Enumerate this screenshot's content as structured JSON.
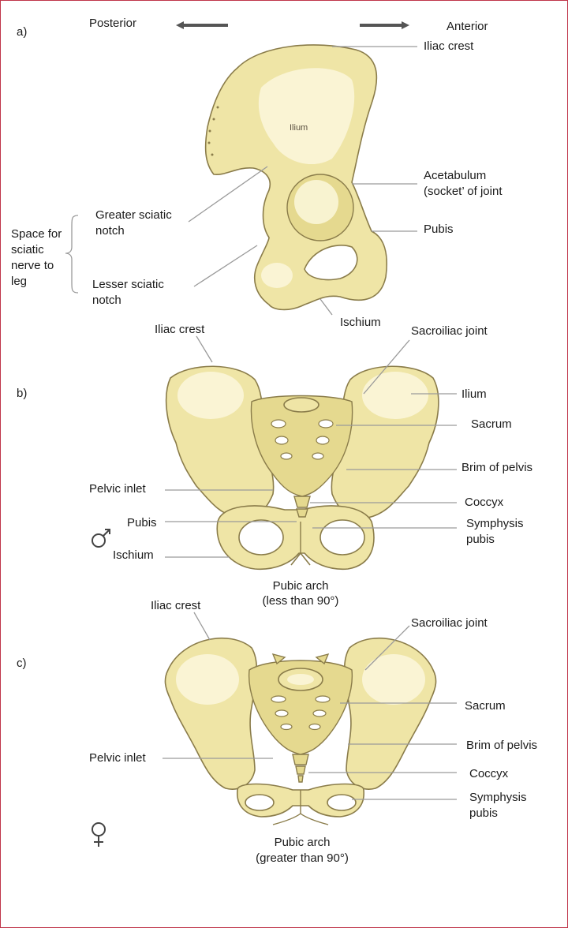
{
  "panel_a": {
    "letter": "a)",
    "posterior": "Posterior",
    "anterior": "Anterior",
    "iliac_crest": "Iliac crest",
    "ilium": "Ilium",
    "acetabulum_1": "Acetabulum",
    "acetabulum_2": "(socket’ of joint",
    "pubis": "Pubis",
    "greater_1": "Greater sciatic",
    "greater_2": "notch",
    "space_1": "Space for",
    "space_2": "sciatic",
    "space_3": "nerve to",
    "space_4": "leg",
    "lesser_1": "Lesser sciatic",
    "lesser_2": "notch",
    "ischium": "Ischium"
  },
  "panel_b": {
    "letter": "b)",
    "iliac_crest": "Iliac crest",
    "sacroiliac": "Sacroiliac joint",
    "ilium": "Ilium",
    "sacrum": "Sacrum",
    "brim": "Brim of pelvis",
    "pelvic_inlet": "Pelvic inlet",
    "coccyx": "Coccyx",
    "pubis": "Pubis",
    "symphysis_1": "Symphysis",
    "symphysis_2": "pubis",
    "ischium": "Ischium",
    "arch_1": "Pubic arch",
    "arch_2": "(less than 90°)"
  },
  "panel_c": {
    "letter": "c)",
    "iliac_crest": "Iliac crest",
    "sacroiliac": "Sacroiliac joint",
    "sacrum": "Sacrum",
    "brim": "Brim of pelvis",
    "pelvic_inlet": "Pelvic inlet",
    "coccyx": "Coccyx",
    "symphysis_1": "Symphysis",
    "symphysis_2": "pubis",
    "arch_1": "Pubic arch",
    "arch_2": "(greater than 90°)"
  },
  "colors": {
    "bone": "#efe5a6",
    "outline": "#8a7c4a",
    "leader": "#9a9a9a",
    "frame": "#c0354a"
  }
}
